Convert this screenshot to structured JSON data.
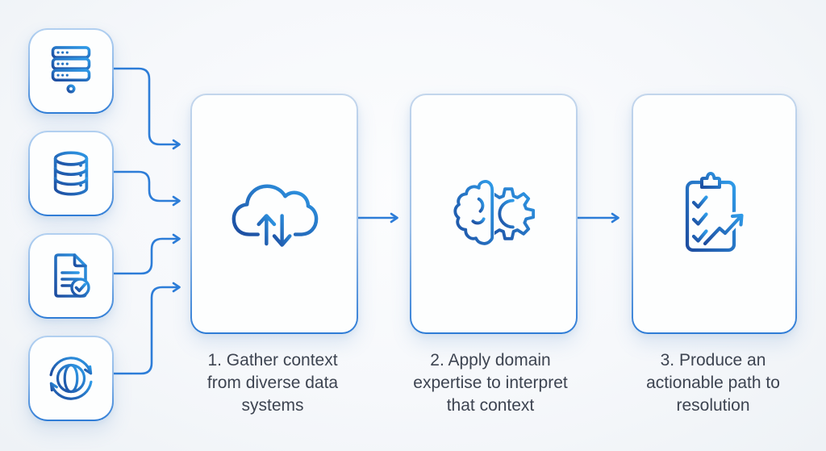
{
  "diagram": {
    "background_color": "#f6f8fb",
    "connector_color": "#2d7dd8",
    "icon_gradient": {
      "start": "#1d4c9f",
      "end": "#2f9be8"
    },
    "card_border_top": "#b2d0f0",
    "card_border_bottom": "#2e7cd6",
    "caption_color": "#3d4451",
    "sources": [
      {
        "icon": "server-icon"
      },
      {
        "icon": "database-icon"
      },
      {
        "icon": "document-check-icon"
      },
      {
        "icon": "globe-sync-icon"
      }
    ],
    "steps": [
      {
        "icon": "cloud-transfer-icon",
        "label": "1. Gather context\nfrom diverse data\nsystems"
      },
      {
        "icon": "brain-gear-icon",
        "label": "2. Apply domain\nexpertise to interpret\nthat context"
      },
      {
        "icon": "clipboard-checklist-icon",
        "label": "3. Produce an\nactionable path to\nresolution"
      }
    ]
  }
}
